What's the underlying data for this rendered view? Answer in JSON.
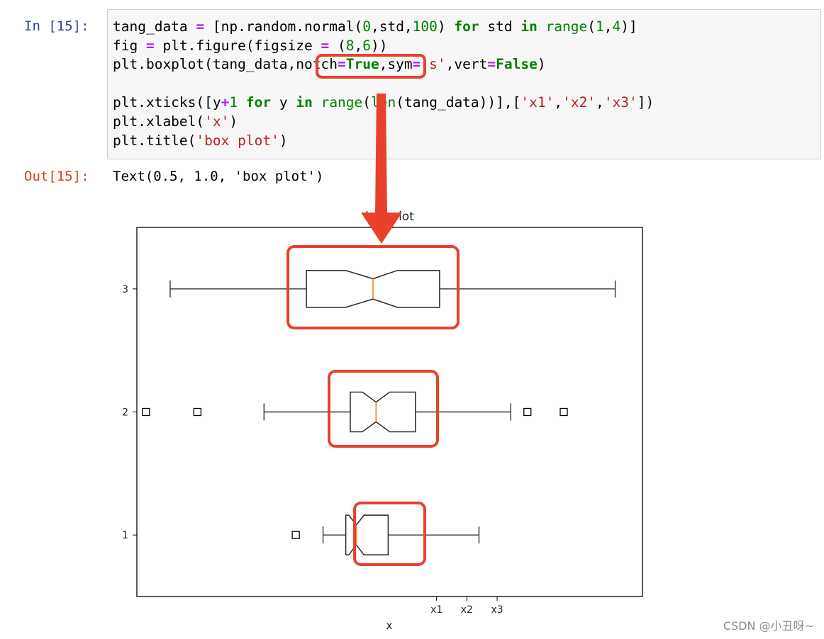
{
  "cell": {
    "in_prompt": "In [15]:",
    "out_prompt": "Out[15]:",
    "code_lines": [
      [
        [
          "tang_data ",
          ""
        ],
        [
          "=",
          "op"
        ],
        [
          " [np.random.normal(",
          ""
        ],
        [
          "0",
          "num"
        ],
        [
          ",std,",
          ""
        ],
        [
          "100",
          "num"
        ],
        [
          ") ",
          ""
        ],
        [
          "for",
          "kw"
        ],
        [
          " std ",
          ""
        ],
        [
          "in",
          "kw"
        ],
        [
          " ",
          ""
        ],
        [
          "range",
          "bi"
        ],
        [
          "(",
          ""
        ],
        [
          "1",
          "num"
        ],
        [
          ",",
          ""
        ],
        [
          "4",
          "num"
        ],
        [
          ")]",
          ""
        ]
      ],
      [
        [
          "fig ",
          ""
        ],
        [
          "=",
          "op"
        ],
        [
          " plt.figure(figsize ",
          ""
        ],
        [
          "=",
          "op"
        ],
        [
          " (",
          ""
        ],
        [
          "8",
          "num"
        ],
        [
          ",",
          ""
        ],
        [
          "6",
          "num"
        ],
        [
          "))",
          ""
        ]
      ],
      [
        [
          "plt.boxplot(tang_data,notch",
          ""
        ],
        [
          "=",
          "op"
        ],
        [
          "True",
          "bool"
        ],
        [
          ",sym",
          ""
        ],
        [
          "=",
          "op"
        ],
        [
          "'s'",
          "str"
        ],
        [
          ",vert",
          ""
        ],
        [
          "=",
          "op"
        ],
        [
          "False",
          "bool"
        ],
        [
          ")",
          ""
        ]
      ],
      [],
      [
        [
          "plt.xticks([y",
          ""
        ],
        [
          "+",
          "op"
        ],
        [
          "1",
          "num"
        ],
        [
          " ",
          ""
        ],
        [
          "for",
          "kw"
        ],
        [
          " y ",
          ""
        ],
        [
          "in",
          "kw"
        ],
        [
          " ",
          ""
        ],
        [
          "range",
          "bi"
        ],
        [
          "(",
          ""
        ],
        [
          "len",
          "bi"
        ],
        [
          "(tang_data))],[",
          ""
        ],
        [
          "'x1'",
          "str"
        ],
        [
          ",",
          ""
        ],
        [
          "'x2'",
          "str"
        ],
        [
          ",",
          ""
        ],
        [
          "'x3'",
          "str"
        ],
        [
          "])",
          ""
        ]
      ],
      [
        [
          "plt.xlabel(",
          ""
        ],
        [
          "'x'",
          "str"
        ],
        [
          ")",
          ""
        ]
      ],
      [
        [
          "plt.title(",
          ""
        ],
        [
          "'box plot'",
          "str"
        ],
        [
          ")",
          ""
        ]
      ]
    ],
    "output_text": "Text(0.5, 1.0, 'box plot')"
  },
  "chart_data": {
    "type": "box",
    "orientation": "horizontal",
    "notch": true,
    "title": "box plot",
    "xlabel": "x",
    "ylabel": "",
    "yticks": [
      "1",
      "2",
      "3"
    ],
    "xticks": [
      {
        "value": 1,
        "label": "x1"
      },
      {
        "value": 2,
        "label": "x2"
      },
      {
        "value": 3,
        "label": "x3"
      }
    ],
    "xlim": [
      -8.9,
      7.8
    ],
    "ylim": [
      0.5,
      3.5
    ],
    "series": [
      {
        "position": 1,
        "whisker_low": -2.75,
        "q1": -2.0,
        "median": -1.65,
        "q3": -0.6,
        "whisker_high": 2.4,
        "notch_low": -1.9,
        "notch_high": -1.4,
        "fliers": [
          -3.65
        ]
      },
      {
        "position": 2,
        "whisker_low": -4.7,
        "q1": -1.85,
        "median": -1.0,
        "q3": 0.3,
        "whisker_high": 3.45,
        "notch_low": -1.45,
        "notch_high": -0.55,
        "fliers": [
          -8.6,
          -6.9,
          4.0,
          5.2
        ]
      },
      {
        "position": 3,
        "whisker_low": -7.8,
        "q1": -3.3,
        "median": -1.1,
        "q3": 1.1,
        "whisker_high": 6.9,
        "notch_low": -2.0,
        "notch_high": -0.3,
        "fliers": []
      }
    ],
    "colors": {
      "box": "#333333",
      "median": "#ff7f0e",
      "annotation": "#e8412c"
    }
  },
  "watermark": "CSDN @小丑呀~"
}
